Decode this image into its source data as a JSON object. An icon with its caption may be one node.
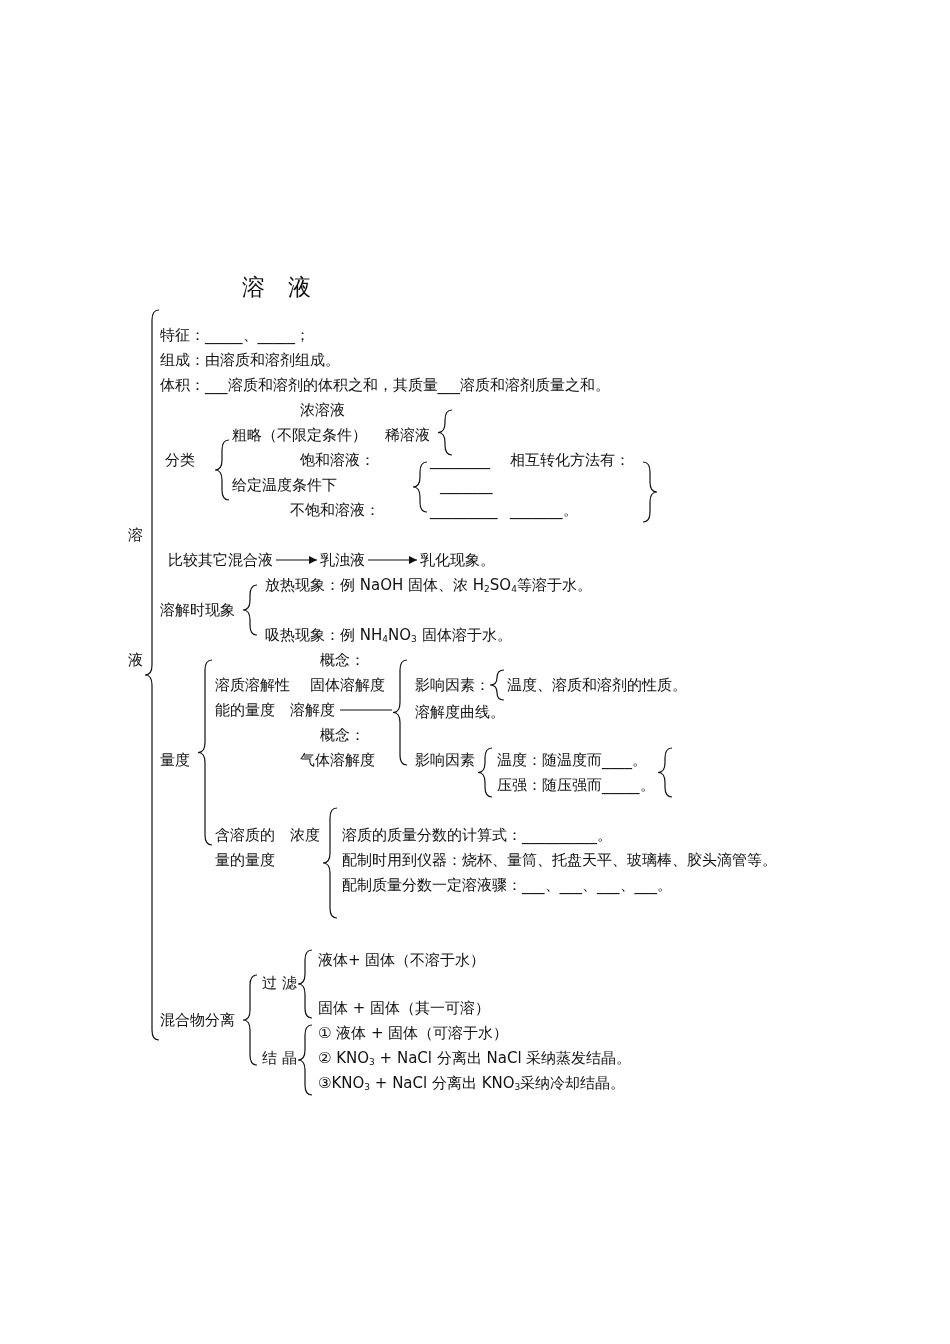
{
  "diagram": {
    "title": "溶 液",
    "nodes": [
      {
        "text": [
          "比较其它混合液"
        ]
      },
      {
        "text": [
          "乳浊液"
        ]
      },
      {
        "text": [
          "乳化现象。"
        ]
      }
    ],
    "edges": [
      {
        "from": 0,
        "to": 1,
        "arrow": "to"
      },
      {
        "from": 1,
        "to": 2,
        "arrow": "to"
      }
    ],
    "labels": [
      "特征：_____、_____；",
      "组成：由溶质和溶剂组成。",
      "体积：___溶质和溶剂的体积之和，其质量___溶质和溶剂质量之和。",
      "浓溶液",
      "粗略（不限定条件）",
      "稀溶液",
      "分类",
      "饱和溶液：",
      "________",
      "相互转化方法有：",
      "给定温度条件下",
      "_______",
      "不饱和溶液：",
      "_________",
      "_______。",
      "溶",
      "放热现象：例 NaOH 固体、浓 H$_{2}$SO$_{4}$等溶于水。",
      "溶解时现象",
      "吸热现象：例 NH$_{4}$NO$_{3}$ 固体溶于水。",
      "液",
      "概念：",
      "溶质溶解性",
      "固体溶解度",
      "影响因素：",
      "温度、溶质和溶剂的性质。",
      "能的量度",
      "溶解度",
      "溶解度曲线。",
      "概念：",
      "量度",
      "气体溶解度",
      "影响因素",
      "温度：随温度而____。",
      "压强：随压强而_____。",
      "含溶质的",
      "浓度",
      "溶质的质量分数的计算式：__________。",
      "量的量度",
      "配制时用到仪器：烧杯、量筒、托盘天平、玻璃棒、胶头滴管等。",
      "配制质量分数一定溶液骤：___、___、___、___。",
      "液体+ 固体（不溶于水）",
      "过 滤",
      "混合物分离",
      "固体 + 固体（其一可溶）",
      "① 液体 + 固体（可溶于水）",
      "结 晶",
      "② KNO$_{3}$ + NaCl 分离出 NaCl 采纳蒸发结晶。",
      "③KNO$_{3}$ + NaCl 分离出 KNO$_{3}$采纳冷却结晶。"
    ]
  }
}
